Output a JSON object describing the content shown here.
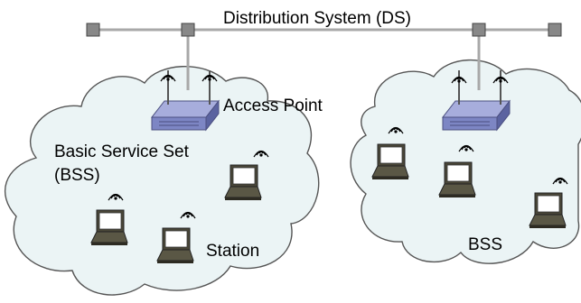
{
  "labels": {
    "distribution_system": "Distribution System (DS)",
    "access_point": "Access Point",
    "basic_service_set": "Basic Service Set",
    "bss_abbrev": "(BSS)",
    "station": "Station",
    "bss_right": "BSS"
  },
  "colors": {
    "cloud_fill": "#ebf4f5",
    "cloud_stroke": "#555555",
    "ds_line": "#a8a8a8",
    "ds_node": "#888888",
    "ap_body": "#7d86c4",
    "laptop_lid": "#4a4738"
  },
  "icons": [
    "access-point-icon",
    "laptop-icon",
    "wireless-signal-icon",
    "ds-node-icon"
  ]
}
